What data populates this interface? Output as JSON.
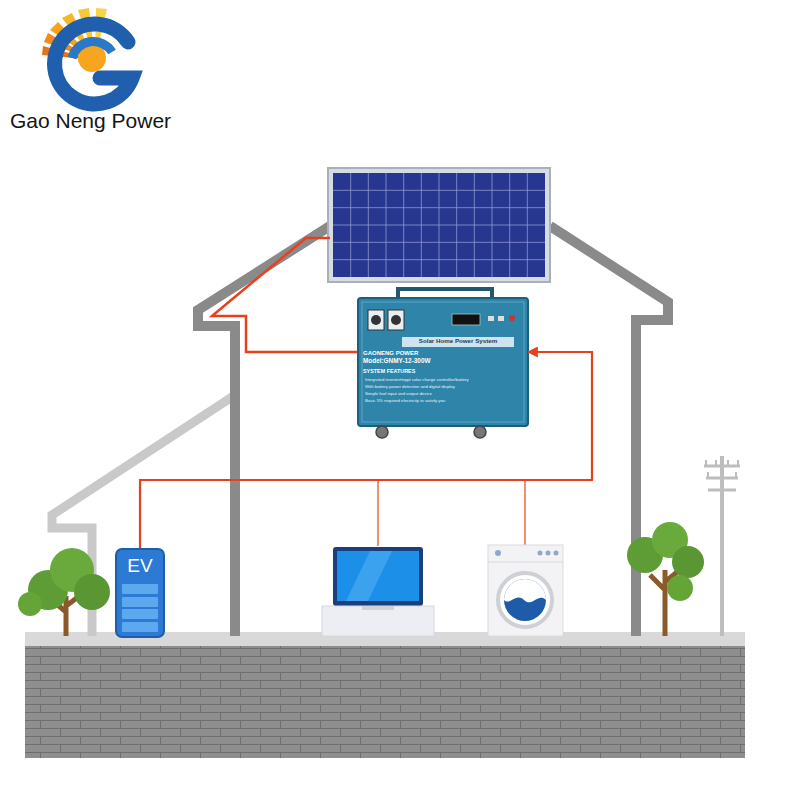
{
  "diagram": {
    "nodes": [
      {
        "text": [
          "Solar Home Power System",
          "GAONENG POWER",
          "Model:GNMY-12-300W",
          "SYSTEM FEATURES",
          "Integrated inverter/mppt solar charge controller/battery",
          "With battery power detection and digital display",
          "Simple fool input and output device",
          "Basic 5% required electricity to satisfy you"
        ]
      },
      {
        "text": [
          "EV"
        ]
      }
    ],
    "edges": [
      {
        "from": 1,
        "to": 0,
        "arrow": "to"
      }
    ],
    "labels": [
      "Gao Neng Power"
    ]
  }
}
